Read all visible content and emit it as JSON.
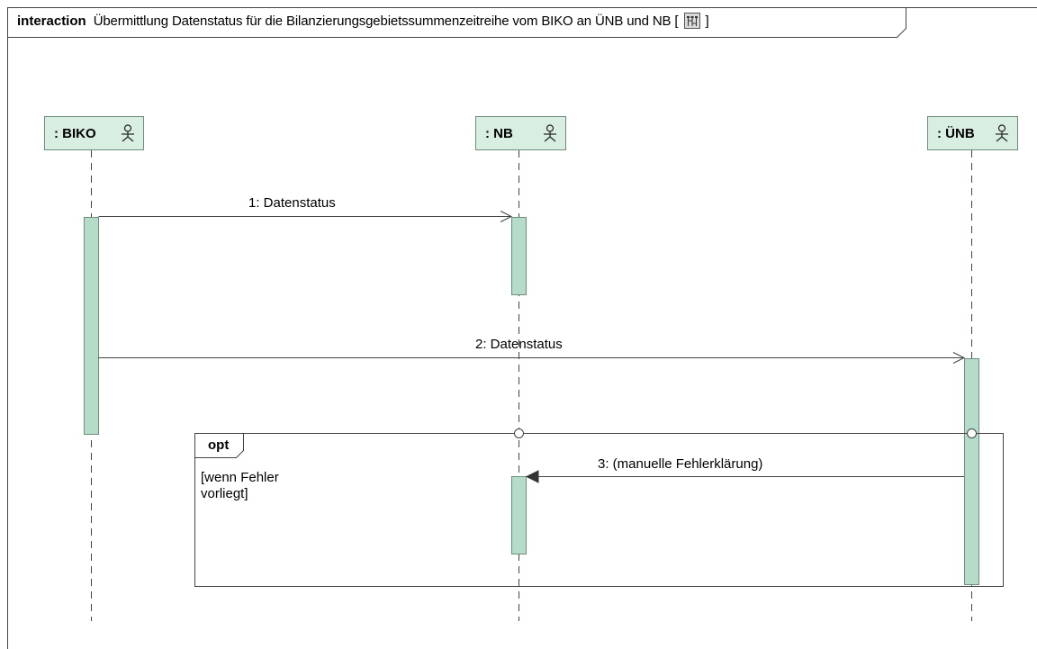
{
  "frame": {
    "keyword": "interaction",
    "name": "Übermittlung Datenstatus für die Bilanzierungsgebietssummenzeitreihe vom BIKO an ÜNB und NB",
    "bracket_open": "[",
    "bracket_close": "]",
    "diagram_icon": "sequence-diagram-icon"
  },
  "lifelines": [
    {
      "label": ": BIKO",
      "icon": "actor-icon"
    },
    {
      "label": ": NB",
      "icon": "actor-icon"
    },
    {
      "label": ": ÜNB",
      "icon": "actor-icon"
    }
  ],
  "messages": [
    {
      "label": "1: Datenstatus",
      "from": ": BIKO",
      "to": ": NB",
      "arrow": "open"
    },
    {
      "label": "2: Datenstatus",
      "from": ": BIKO",
      "to": ": ÜNB",
      "arrow": "open"
    },
    {
      "label": "3: (manuelle Fehlerklärung)",
      "from": ": ÜNB",
      "to": ": NB",
      "arrow": "filled"
    }
  ],
  "fragment": {
    "operator": "opt",
    "guard_line1": "[wenn Fehler",
    "guard_line2": "vorliegt]"
  },
  "colors": {
    "lifeline_fill": "#d7eee1",
    "activation_fill": "#b4dcc8",
    "border": "#6c8f7d",
    "line": "#444444"
  }
}
